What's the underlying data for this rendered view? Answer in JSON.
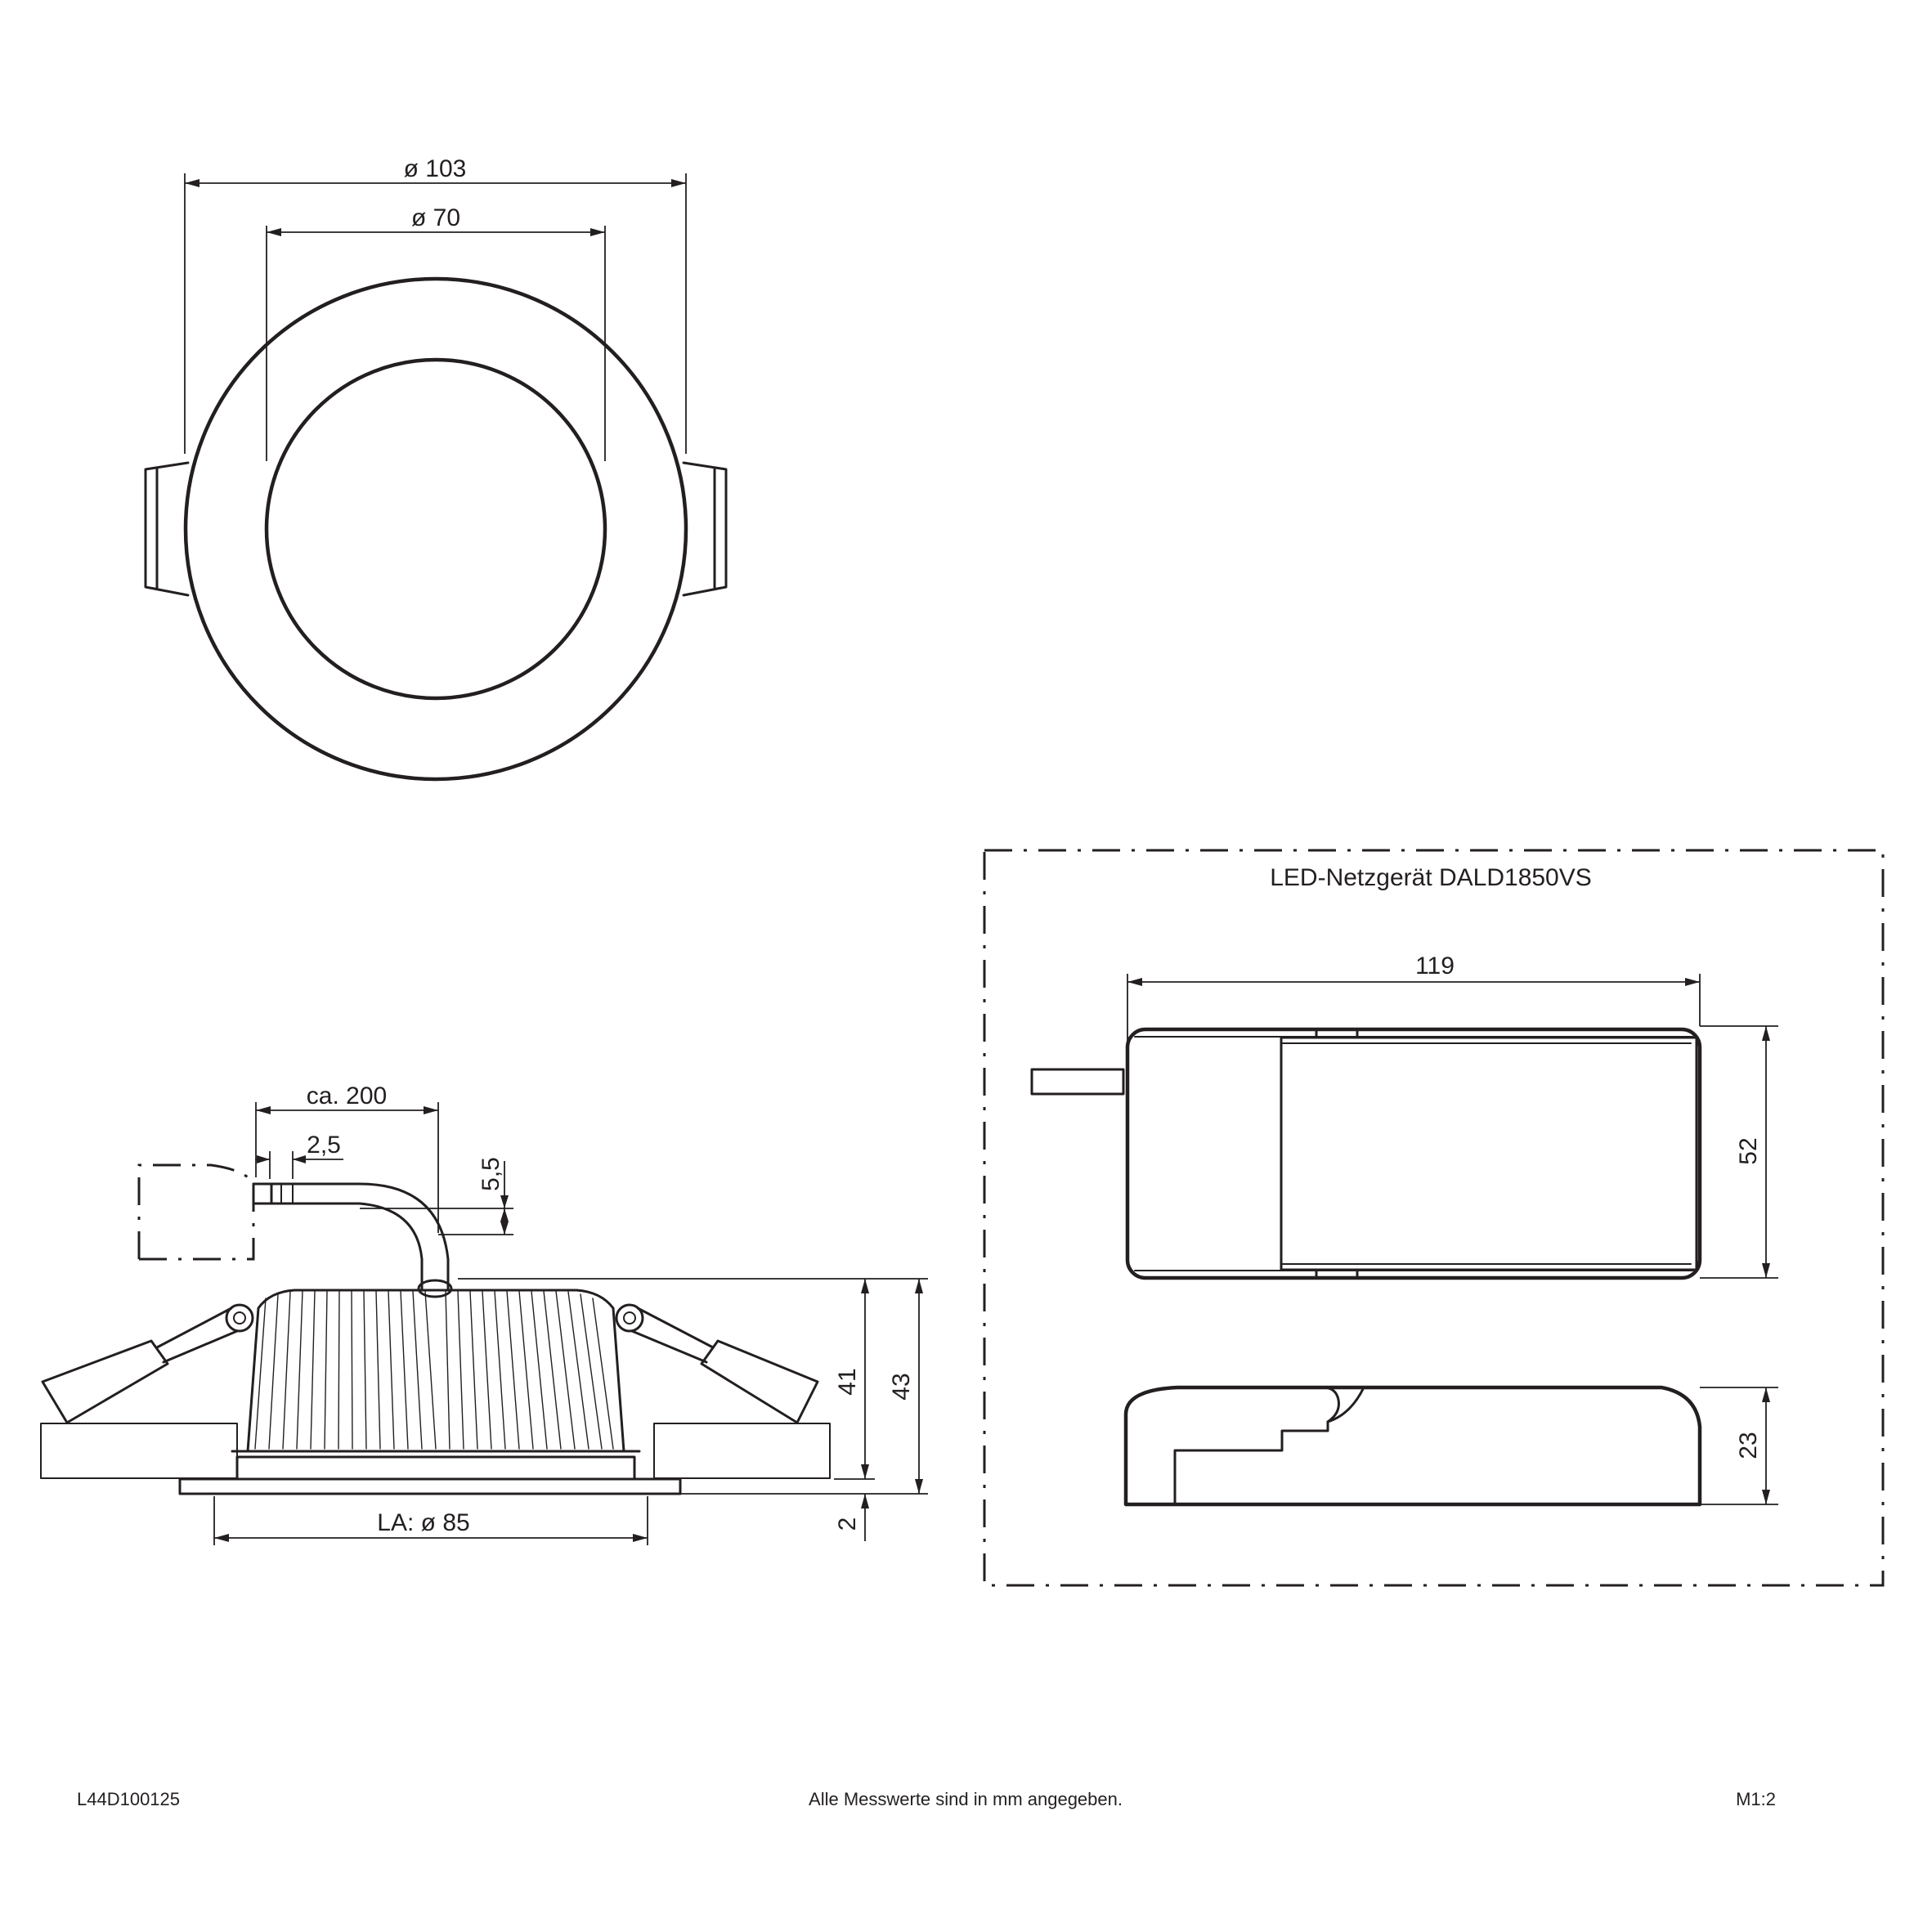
{
  "top_view": {
    "dim_outer": "ø 103",
    "dim_inner": "ø 70"
  },
  "side_view": {
    "dim_cable_length": "ca. 200",
    "dim_cable_width": "2,5",
    "dim_cable_height": "5,5",
    "dim_height_41": "41",
    "dim_height_43": "43",
    "dim_bezel": "2",
    "dim_cutout": "LA: ø 85"
  },
  "driver": {
    "title": "LED-Netzgerät DALD1850VS",
    "dim_length": "119",
    "dim_width": "52",
    "dim_height": "23"
  },
  "footer": {
    "article_number": "L44D100125",
    "note": "Alle Messwerte sind in mm angegeben.",
    "scale": "M1:2"
  }
}
